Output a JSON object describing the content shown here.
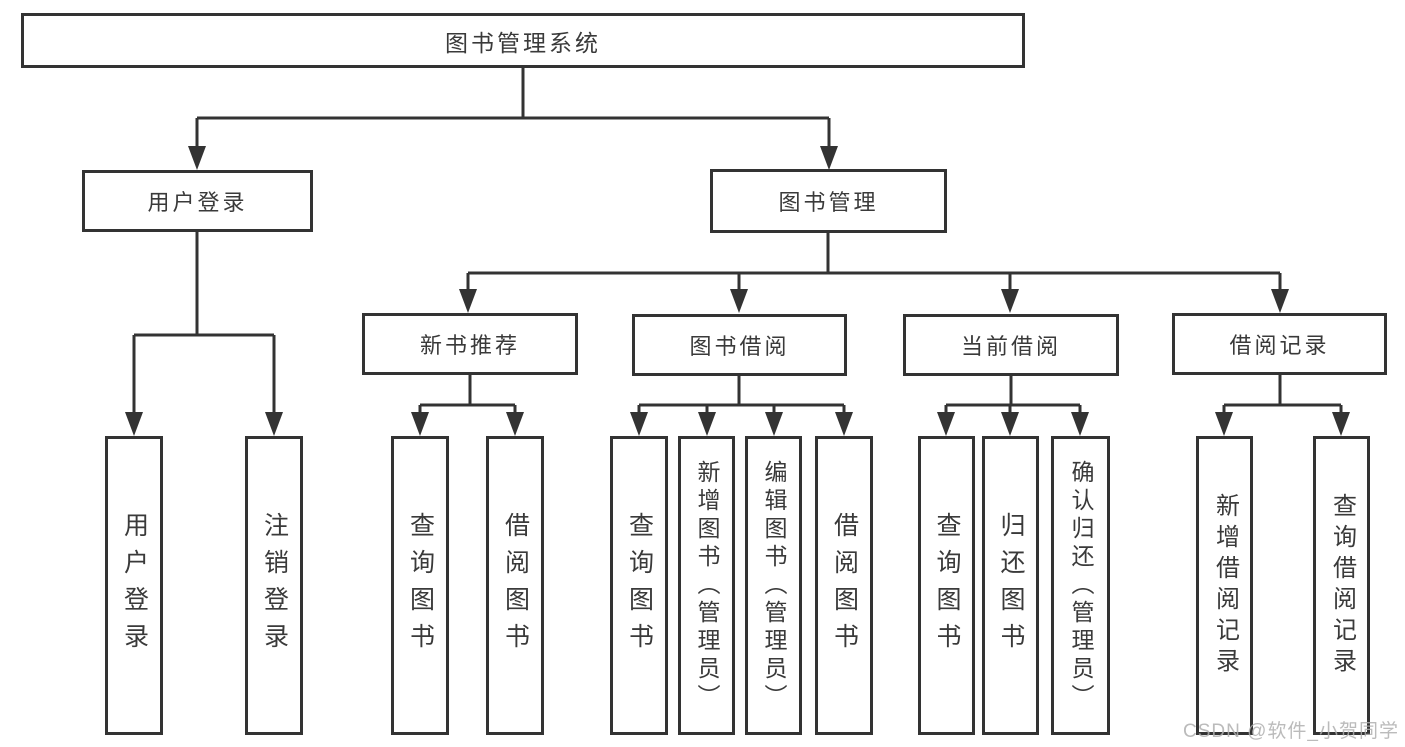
{
  "diagram": {
    "root": {
      "label": "图书管理系统"
    },
    "nodes": [
      {
        "label": "用户登录",
        "children": [
          {
            "label": "用户登录"
          },
          {
            "label": "注销登录"
          }
        ]
      },
      {
        "label": "图书管理",
        "children": [
          {
            "label": "新书推荐",
            "children": [
              {
                "label": "查询图书"
              },
              {
                "label": "借阅图书"
              }
            ]
          },
          {
            "label": "图书借阅",
            "children": [
              {
                "label": "查询图书"
              },
              {
                "label": "新增图书（管理员）"
              },
              {
                "label": "编辑图书（管理员）"
              },
              {
                "label": "借阅图书"
              }
            ]
          },
          {
            "label": "当前借阅",
            "children": [
              {
                "label": "查询图书"
              },
              {
                "label": "归还图书"
              },
              {
                "label": "确认归还（管理员）"
              }
            ]
          },
          {
            "label": "借阅记录",
            "children": [
              {
                "label": "新增借阅记录"
              },
              {
                "label": "查询借阅记录"
              }
            ]
          }
        ]
      }
    ]
  },
  "watermark": {
    "text": "CSDN @软件_小贺同学"
  },
  "colors": {
    "line": "#333333",
    "box_border": "#333333",
    "text": "#3a3a3a",
    "watermark": "#afafaf",
    "background": "#ffffff"
  }
}
